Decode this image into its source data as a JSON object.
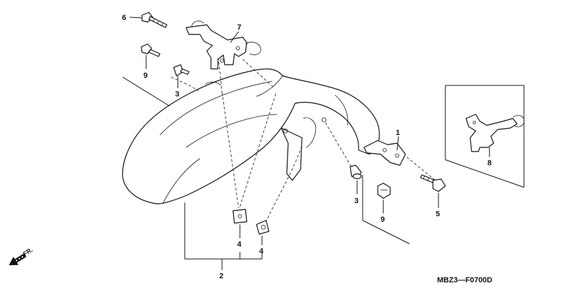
{
  "callouts": {
    "c1": "1",
    "c2": "2",
    "c3a": "3",
    "c3b": "3",
    "c4a": "4",
    "c4b": "4",
    "c5": "5",
    "c6": "6",
    "c7": "7",
    "c8": "8",
    "c9a": "9",
    "c9b": "9"
  },
  "direction_label": "FR.",
  "diagram_code": "MBZ3—F0700D"
}
